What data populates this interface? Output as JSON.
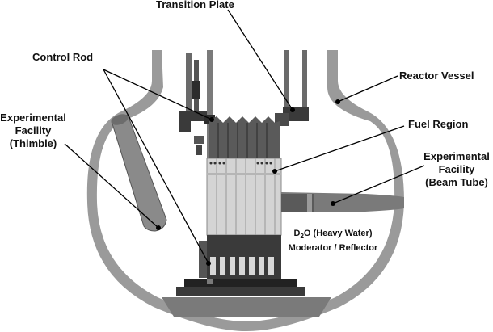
{
  "labels": {
    "transition_plate": "Transition Plate",
    "control_rod": "Control Rod",
    "reactor_vessel": "Reactor Vessel",
    "fuel_region": "Fuel Region",
    "thimble": [
      "Experimental",
      "Facility",
      "(Thimble)"
    ],
    "beam_tube": [
      "Experimental",
      "Facility",
      "(Beam Tube)"
    ],
    "moderator": {
      "prefix": "D",
      "subscript": "2",
      "suffix": "O (Heavy Water)",
      "line2": "Moderator / Reflector"
    }
  },
  "colors": {
    "vessel_outer": "#9a9a9a",
    "vessel_inner": "#ffffff",
    "fuel_light": "#d4d4d4",
    "fuel_dark": "#4a4a4a",
    "metal_dark": "#3a3a3a",
    "leader": "#000000"
  }
}
